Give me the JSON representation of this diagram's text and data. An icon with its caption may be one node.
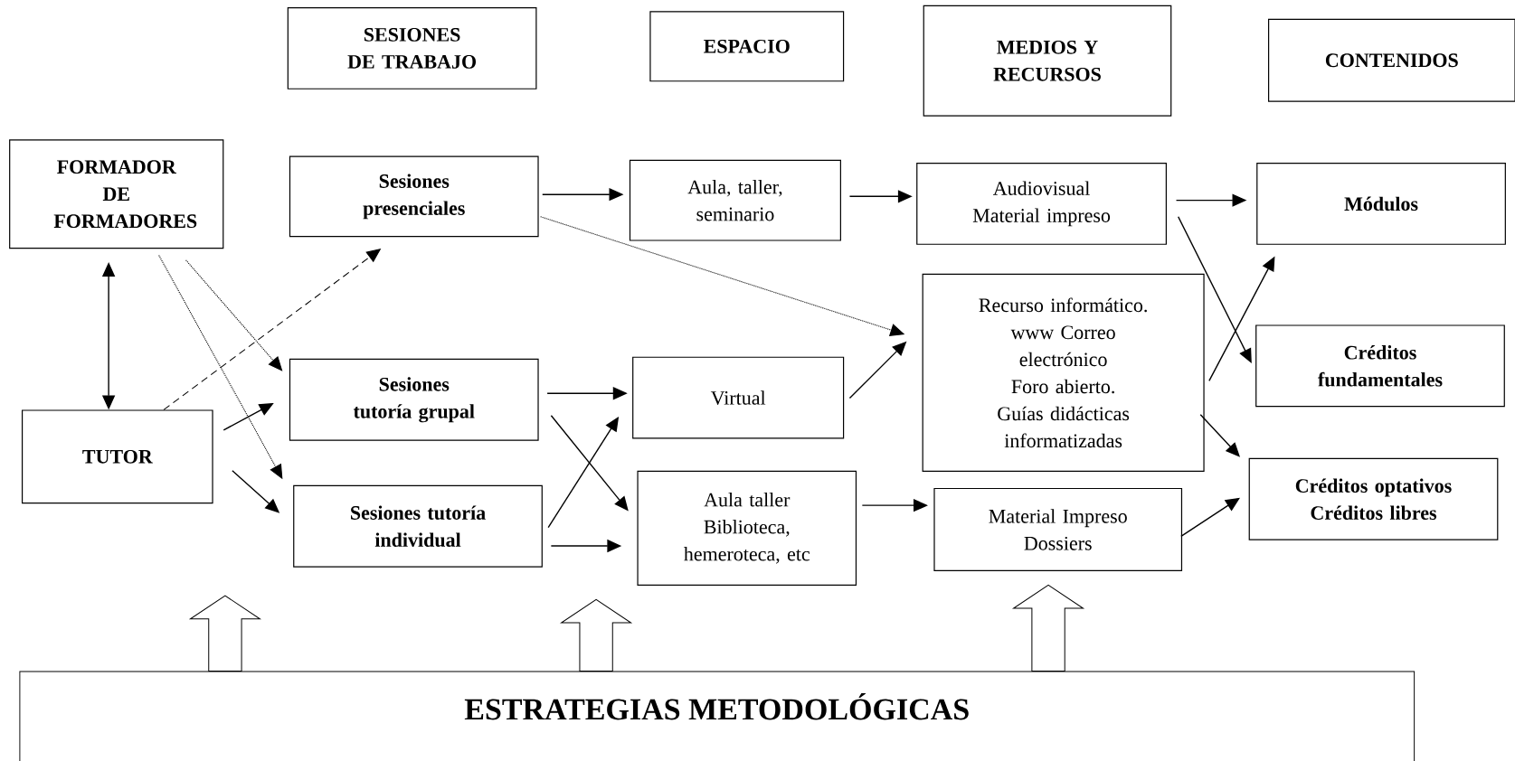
{
  "diagram": {
    "nodes": [
      {
        "text": [
          "SESIONES DE TRABAJO"
        ]
      },
      {
        "text": [
          "ESPACIO"
        ]
      },
      {
        "text": [
          "MEDIOS Y RECURSOS"
        ]
      },
      {
        "text": [
          "CONTENIDOS"
        ]
      },
      {
        "text": [
          "FORMADOR DE FORMADORES"
        ]
      },
      {
        "text": [
          "Sesiones presenciales"
        ]
      },
      {
        "text": [
          "Aula, taller, seminario"
        ]
      },
      {
        "text": [
          "Audiovisual Material impreso"
        ]
      },
      {
        "text": [
          "Módulos"
        ]
      },
      {
        "text": [
          "Recurso informático. www Correo electrónico Foro abierto. Guías didácticas informatizadas"
        ]
      },
      {
        "text": [
          "Créditos fundamentales"
        ]
      },
      {
        "text": [
          "TUTOR"
        ]
      },
      {
        "text": [
          "Sesiones tutoría grupal"
        ]
      },
      {
        "text": [
          "Virtual"
        ]
      },
      {
        "text": [
          "Créditos optativos Créditos libres"
        ]
      },
      {
        "text": [
          "Sesiones tutoría individual"
        ]
      },
      {
        "text": [
          "Aula taller Biblioteca, hemeroteca, etc"
        ]
      },
      {
        "text": [
          "Material Impreso Dossiers"
        ]
      },
      {
        "text": [
          "ESTRATEGIAS METODOLÓGICAS"
        ]
      }
    ],
    "edges": [
      {
        "from": 4,
        "to": 11,
        "arrow": "both"
      },
      {
        "from": 11,
        "to": 5,
        "arrow": "to",
        "style": "dashed"
      },
      {
        "from": 4,
        "to": 12,
        "arrow": "to",
        "style": "dashed"
      },
      {
        "from": 4,
        "to": 15,
        "arrow": "to",
        "style": "dashed"
      },
      {
        "from": 5,
        "to": 9,
        "arrow": "to",
        "style": "dashed"
      },
      {
        "from": 11,
        "to": 12,
        "arrow": "to"
      },
      {
        "from": 11,
        "to": 15,
        "arrow": "to"
      },
      {
        "from": 5,
        "to": 6,
        "arrow": "to"
      },
      {
        "from": 12,
        "to": 13,
        "arrow": "to"
      },
      {
        "from": 12,
        "to": 16,
        "arrow": "to"
      },
      {
        "from": 15,
        "to": 13,
        "arrow": "to"
      },
      {
        "from": 15,
        "to": 16,
        "arrow": "to"
      },
      {
        "from": 6,
        "to": 7,
        "arrow": "to"
      },
      {
        "from": 13,
        "to": 9,
        "arrow": "to"
      },
      {
        "from": 16,
        "to": 17,
        "arrow": "to"
      },
      {
        "from": 7,
        "to": 8,
        "arrow": "to"
      },
      {
        "from": 7,
        "to": 10,
        "arrow": "to"
      },
      {
        "from": 9,
        "to": 8,
        "arrow": "to"
      },
      {
        "from": 9,
        "to": 14,
        "arrow": "to"
      },
      {
        "from": 17,
        "to": 14,
        "arrow": "to"
      },
      {
        "from": 18,
        "to": null,
        "arrow": "to",
        "style": "thick"
      },
      {
        "from": 18,
        "to": 16,
        "arrow": "to",
        "style": "thick"
      },
      {
        "from": 18,
        "to": 17,
        "arrow": "to",
        "style": "thick"
      }
    ]
  }
}
